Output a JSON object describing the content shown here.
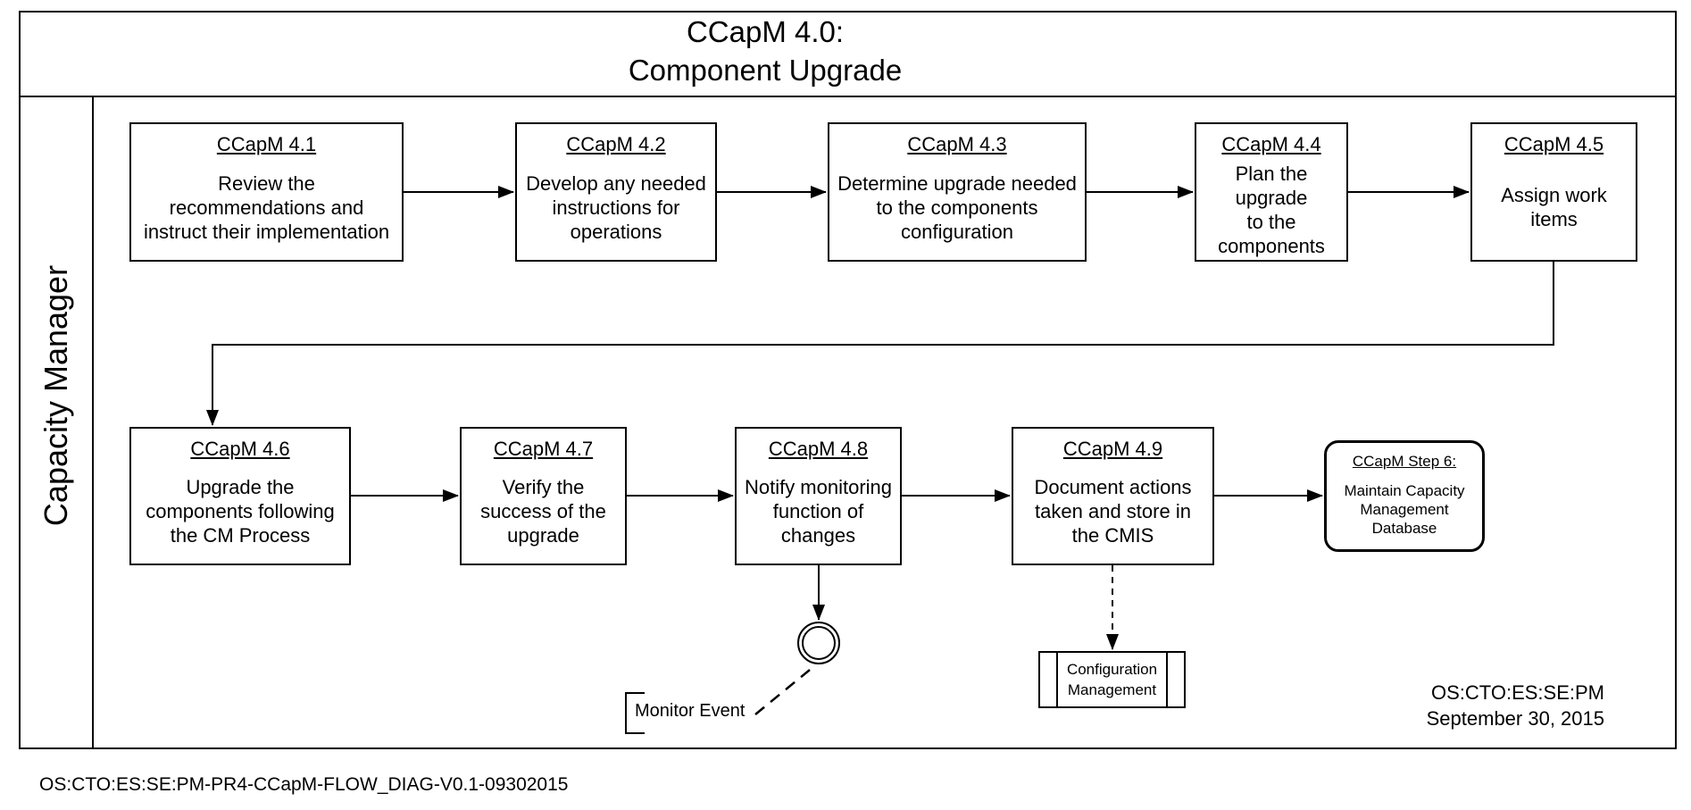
{
  "title": {
    "line1": "CCapM 4.0:",
    "line2": "Component Upgrade"
  },
  "swimlane": {
    "label": "Capacity Manager"
  },
  "boxes": [
    {
      "id": "CCapM 4.1",
      "text": "Review the\nrecommendations and\ninstruct their implementation"
    },
    {
      "id": "CCapM 4.2",
      "text": "Develop any needed\ninstructions for\noperations"
    },
    {
      "id": "CCapM 4.3",
      "text": "Determine upgrade needed\nto the components\nconfiguration"
    },
    {
      "id": "CCapM 4.4",
      "text": "Plan the upgrade\nto the\ncomponents"
    },
    {
      "id": "CCapM 4.5",
      "text": "Assign work\nitems"
    },
    {
      "id": "CCapM 4.6",
      "text": "Upgrade the\ncomponents following\nthe CM Process"
    },
    {
      "id": "CCapM 4.7",
      "text": "Verify the\nsuccess of the\nupgrade"
    },
    {
      "id": "CCapM 4.8",
      "text": "Notify monitoring\nfunction of\nchanges"
    },
    {
      "id": "CCapM 4.9",
      "text": "Document actions\ntaken and store in\nthe CMIS"
    }
  ],
  "terminator": {
    "id": "CCapM Step 6:",
    "text": "Maintain Capacity\nManagement\nDatabase"
  },
  "external_process": {
    "label": "Configuration\nManagement"
  },
  "event": {
    "label": "Monitor Event"
  },
  "footer": {
    "org": "OS:CTO:ES:SE:PM",
    "date": "September 30, 2015"
  },
  "doc_id": "OS:CTO:ES:SE:PM-PR4-CCapM-FLOW_DIAG-V0.1-09302015",
  "colors": {
    "ink": "#000000",
    "paper": "#ffffff"
  }
}
